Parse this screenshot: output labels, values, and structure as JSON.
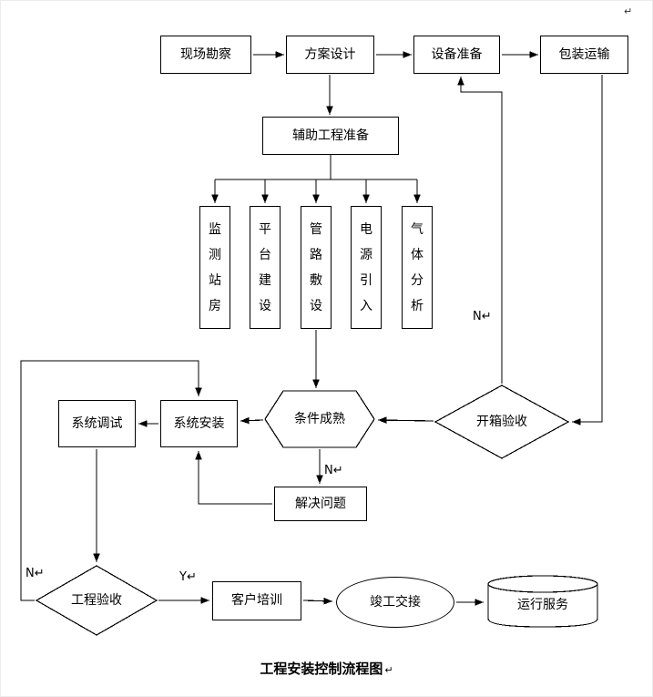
{
  "title": "工程安装控制流程图",
  "page_mark": "↵",
  "nodes": {
    "site_survey": "现场勘察",
    "scheme_design": "方案设计",
    "equipment_prep": "设备准备",
    "packing_transport": "包装运输",
    "auxiliary_prep": "辅助工程准备",
    "monitor_station": "监测站房",
    "platform_build": "平台建设",
    "pipeline_laying": "管路敷设",
    "power_feed": "电源引入",
    "gas_analysis": "气体分析",
    "conditions_ready": "条件成熟",
    "unboxing_acceptance": "开箱验收",
    "system_install": "系统安装",
    "system_debug": "系统调试",
    "solve_problems": "解决问题",
    "project_acceptance": "工程验收",
    "customer_training": "客户培训",
    "completion_handover": "竣工交接",
    "operation_service": "运行服务"
  },
  "branches": {
    "unboxing_n": "N↵",
    "conditions_n": "N↵",
    "acceptance_n": "N↵",
    "acceptance_y": "Y↵"
  },
  "colors": {
    "line": "#000000",
    "background": "#ffffff",
    "text": "#000000"
  }
}
